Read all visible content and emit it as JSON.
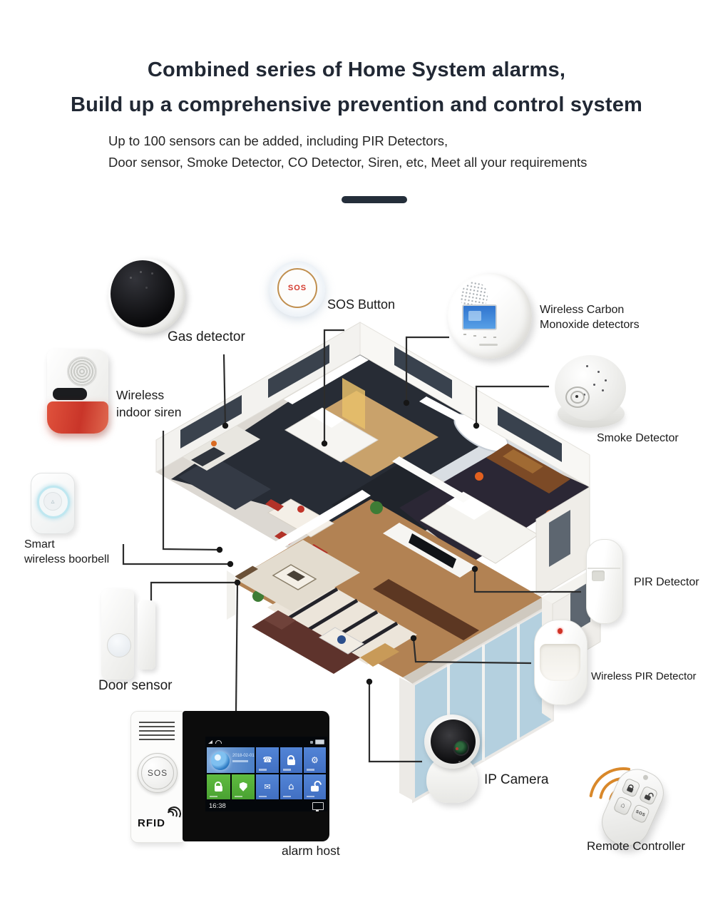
{
  "header": {
    "title_line1": "Combined series of Home System alarms,",
    "title_line2": "Build up a comprehensive prevention and control system",
    "subtitle_line1": "Up to 100 sensors can be added, including PIR Detectors,",
    "subtitle_line2": "Door sensor, Smoke Detector, CO Detector, Siren, etc, Meet all your requirements"
  },
  "devices": {
    "gas": {
      "label": "Gas detector"
    },
    "sos": {
      "label": "SOS Button",
      "button_text": "SOS"
    },
    "co": {
      "label_line1": "Wireless Carbon",
      "label_line2": "Monoxide detectors"
    },
    "smoke": {
      "label": "Smoke Detector"
    },
    "siren": {
      "label_line1": "Wireless",
      "label_line2": "indoor siren"
    },
    "doorbell": {
      "label_line1": "Smart",
      "label_line2": "wireless boorbell"
    },
    "door_sensor": {
      "label": "Door sensor"
    },
    "pir": {
      "label": "PIR Detector"
    },
    "wireless_pir": {
      "label": "Wireless PIR Detector"
    },
    "alarm_host": {
      "label": "alarm host",
      "sos_text": "SOS",
      "rfid_text": "RFID",
      "screen_time": "16:38",
      "screen_date": "2018-02-01"
    },
    "ip_camera": {
      "label": "IP Camera"
    },
    "remote": {
      "label": "Remote Controller",
      "sos_button_text": "SOS"
    }
  },
  "icons": {
    "screen_tiles": [
      "globe",
      "phone-icon",
      "lock-icon",
      "gear-icon",
      "arm-lock-icon",
      "shield-icon",
      "mail-icon",
      "home-icon",
      "unlock-icon"
    ],
    "phone_glyph": "☎",
    "gear_glyph": "⚙",
    "mail_glyph": "✉",
    "home_glyph": "⌂",
    "doorbell_glyph": "▵"
  },
  "colors": {
    "title_text": "#212834",
    "sos_red": "#d43a2e",
    "ring_tan": "#c08f4f",
    "siren_red": "#c93529",
    "screen_blue": "#4a7bd0",
    "screen_green": "#55b23a",
    "wave_orange": "#d9882a",
    "connector": "#2c2c2c"
  }
}
